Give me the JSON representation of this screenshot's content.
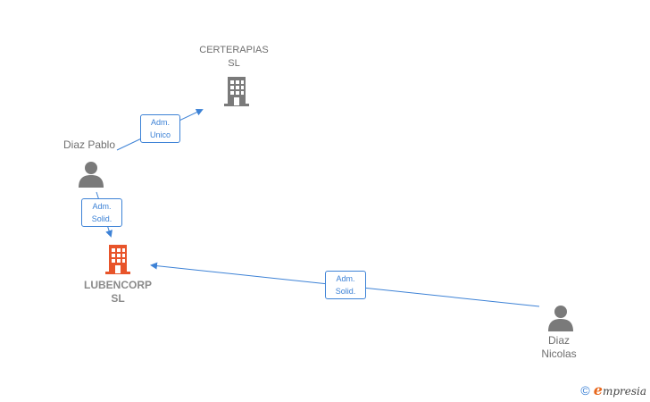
{
  "nodes": {
    "certerapias": {
      "name_line1": "CERTERAPIAS",
      "name_line2": "SL",
      "type": "company"
    },
    "lubencorp": {
      "name_line1": "LUBENCORP",
      "name_line2": "SL",
      "type": "company-focus"
    },
    "diaz_pablo": {
      "name": "Diaz Pablo",
      "type": "person"
    },
    "diaz_nicolas": {
      "name_line1": "Diaz",
      "name_line2": "Nicolas",
      "type": "person"
    }
  },
  "edges": {
    "pablo_to_certerapias": {
      "line1": "Adm.",
      "line2": "Unico"
    },
    "pablo_to_lubencorp": {
      "line1": "Adm.",
      "line2": "Solid."
    },
    "nicolas_to_lubencorp": {
      "line1": "Adm.",
      "line2": "Solid."
    }
  },
  "colors": {
    "edge": "#3d82d6",
    "company": "#7a7a7a",
    "focus_company": "#e8542a",
    "person": "#7a7a7a"
  },
  "footer": {
    "copyright": "©",
    "brand_initial": "e",
    "brand_rest": "mpresia"
  }
}
